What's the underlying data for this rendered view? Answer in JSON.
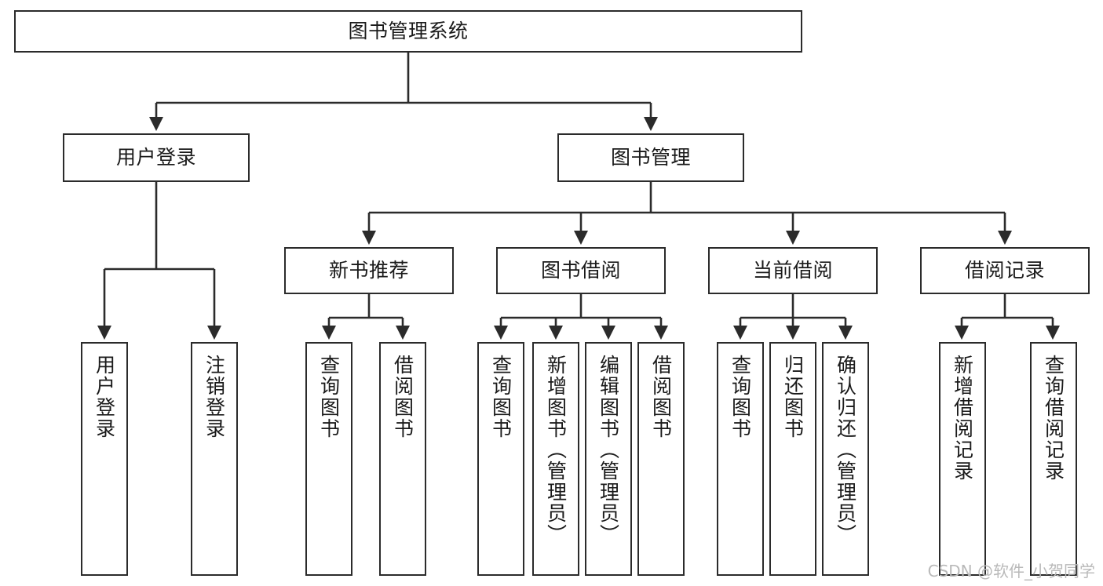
{
  "diagram": {
    "title": "图书管理系统",
    "type": "hierarchical-tree",
    "watermark": "CSDN @软件_小贺同学",
    "colors": {
      "stroke": "#2b2b2b",
      "fill": "#ffffff",
      "text": "#1a1a1a",
      "watermark": "#b9b9b9"
    },
    "nodes": {
      "root": {
        "label": "图书管理系统",
        "level": 1,
        "orientation": "horizontal"
      },
      "l2": [
        {
          "id": "user-login",
          "label": "用户登录",
          "level": 2,
          "orientation": "horizontal"
        },
        {
          "id": "book-manage",
          "label": "图书管理",
          "level": 2,
          "orientation": "horizontal"
        }
      ],
      "l3": [
        {
          "id": "new-book-rec",
          "label": "新书推荐",
          "level": 3,
          "orientation": "horizontal"
        },
        {
          "id": "book-borrow",
          "label": "图书借阅",
          "level": 3,
          "orientation": "horizontal"
        },
        {
          "id": "current-borrow",
          "label": "当前借阅",
          "level": 3,
          "orientation": "horizontal"
        },
        {
          "id": "borrow-record",
          "label": "借阅记录",
          "level": 3,
          "orientation": "horizontal"
        }
      ],
      "leaves": [
        {
          "id": "leaf-user-login",
          "label": "用户登录",
          "parent": "user-login",
          "orientation": "vertical"
        },
        {
          "id": "leaf-user-logout",
          "label": "注销登录",
          "parent": "user-login",
          "orientation": "vertical"
        },
        {
          "id": "leaf-query-book-1",
          "label": "查询图书",
          "parent": "new-book-rec",
          "orientation": "vertical"
        },
        {
          "id": "leaf-borrow-book-1",
          "label": "借阅图书",
          "parent": "new-book-rec",
          "orientation": "vertical"
        },
        {
          "id": "leaf-query-book-2",
          "label": "查询图书",
          "parent": "book-borrow",
          "orientation": "vertical"
        },
        {
          "id": "leaf-add-book",
          "label": "新增图书（管理员）",
          "parent": "book-borrow",
          "orientation": "vertical"
        },
        {
          "id": "leaf-edit-book",
          "label": "编辑图书（管理员）",
          "parent": "book-borrow",
          "orientation": "vertical"
        },
        {
          "id": "leaf-borrow-book-2",
          "label": "借阅图书",
          "parent": "book-borrow",
          "orientation": "vertical"
        },
        {
          "id": "leaf-query-book-3",
          "label": "查询图书",
          "parent": "current-borrow",
          "orientation": "vertical"
        },
        {
          "id": "leaf-return-book",
          "label": "归还图书",
          "parent": "current-borrow",
          "orientation": "vertical"
        },
        {
          "id": "leaf-confirm-return",
          "label": "确认归还（管理员）",
          "parent": "current-borrow",
          "orientation": "vertical"
        },
        {
          "id": "leaf-add-record",
          "label": "新增借阅记录",
          "parent": "borrow-record",
          "orientation": "vertical"
        },
        {
          "id": "leaf-query-record",
          "label": "查询借阅记录",
          "parent": "borrow-record",
          "orientation": "vertical"
        }
      ]
    }
  }
}
